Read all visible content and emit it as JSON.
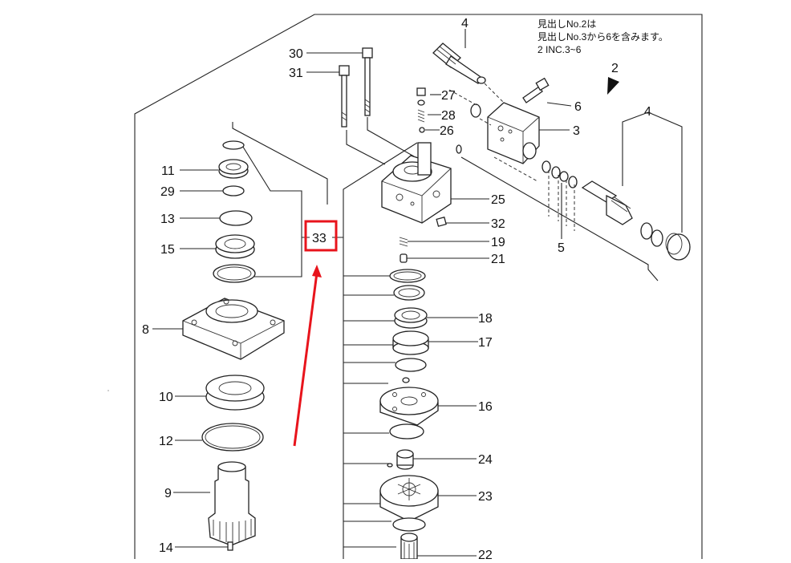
{
  "note": {
    "line1": "見出しNo.2は",
    "line2": "見出しNo.3から6を含みます。",
    "line3": "2 INC.3~6"
  },
  "highlight": {
    "label": "33",
    "box_color": "#e8141c",
    "arrow_color": "#e8141c"
  },
  "callouts": [
    {
      "id": "p4a",
      "label": "4"
    },
    {
      "id": "p30",
      "label": "30"
    },
    {
      "id": "p31",
      "label": "31"
    },
    {
      "id": "p27",
      "label": "27"
    },
    {
      "id": "p28",
      "label": "28"
    },
    {
      "id": "p26",
      "label": "26"
    },
    {
      "id": "p6",
      "label": "6"
    },
    {
      "id": "p3",
      "label": "3"
    },
    {
      "id": "p2",
      "label": "2"
    },
    {
      "id": "p4b",
      "label": "4"
    },
    {
      "id": "p11",
      "label": "11"
    },
    {
      "id": "p29",
      "label": "29"
    },
    {
      "id": "p13",
      "label": "13"
    },
    {
      "id": "p15",
      "label": "15"
    },
    {
      "id": "p25",
      "label": "25"
    },
    {
      "id": "p32",
      "label": "32"
    },
    {
      "id": "p19",
      "label": "19"
    },
    {
      "id": "p21",
      "label": "21"
    },
    {
      "id": "p5",
      "label": "5"
    },
    {
      "id": "p8",
      "label": "8"
    },
    {
      "id": "p18",
      "label": "18"
    },
    {
      "id": "p17",
      "label": "17"
    },
    {
      "id": "p10",
      "label": "10"
    },
    {
      "id": "p16",
      "label": "16"
    },
    {
      "id": "p12",
      "label": "12"
    },
    {
      "id": "p24",
      "label": "24"
    },
    {
      "id": "p9",
      "label": "9"
    },
    {
      "id": "p23",
      "label": "23"
    },
    {
      "id": "p14",
      "label": "14"
    },
    {
      "id": "p22",
      "label": "22"
    }
  ]
}
